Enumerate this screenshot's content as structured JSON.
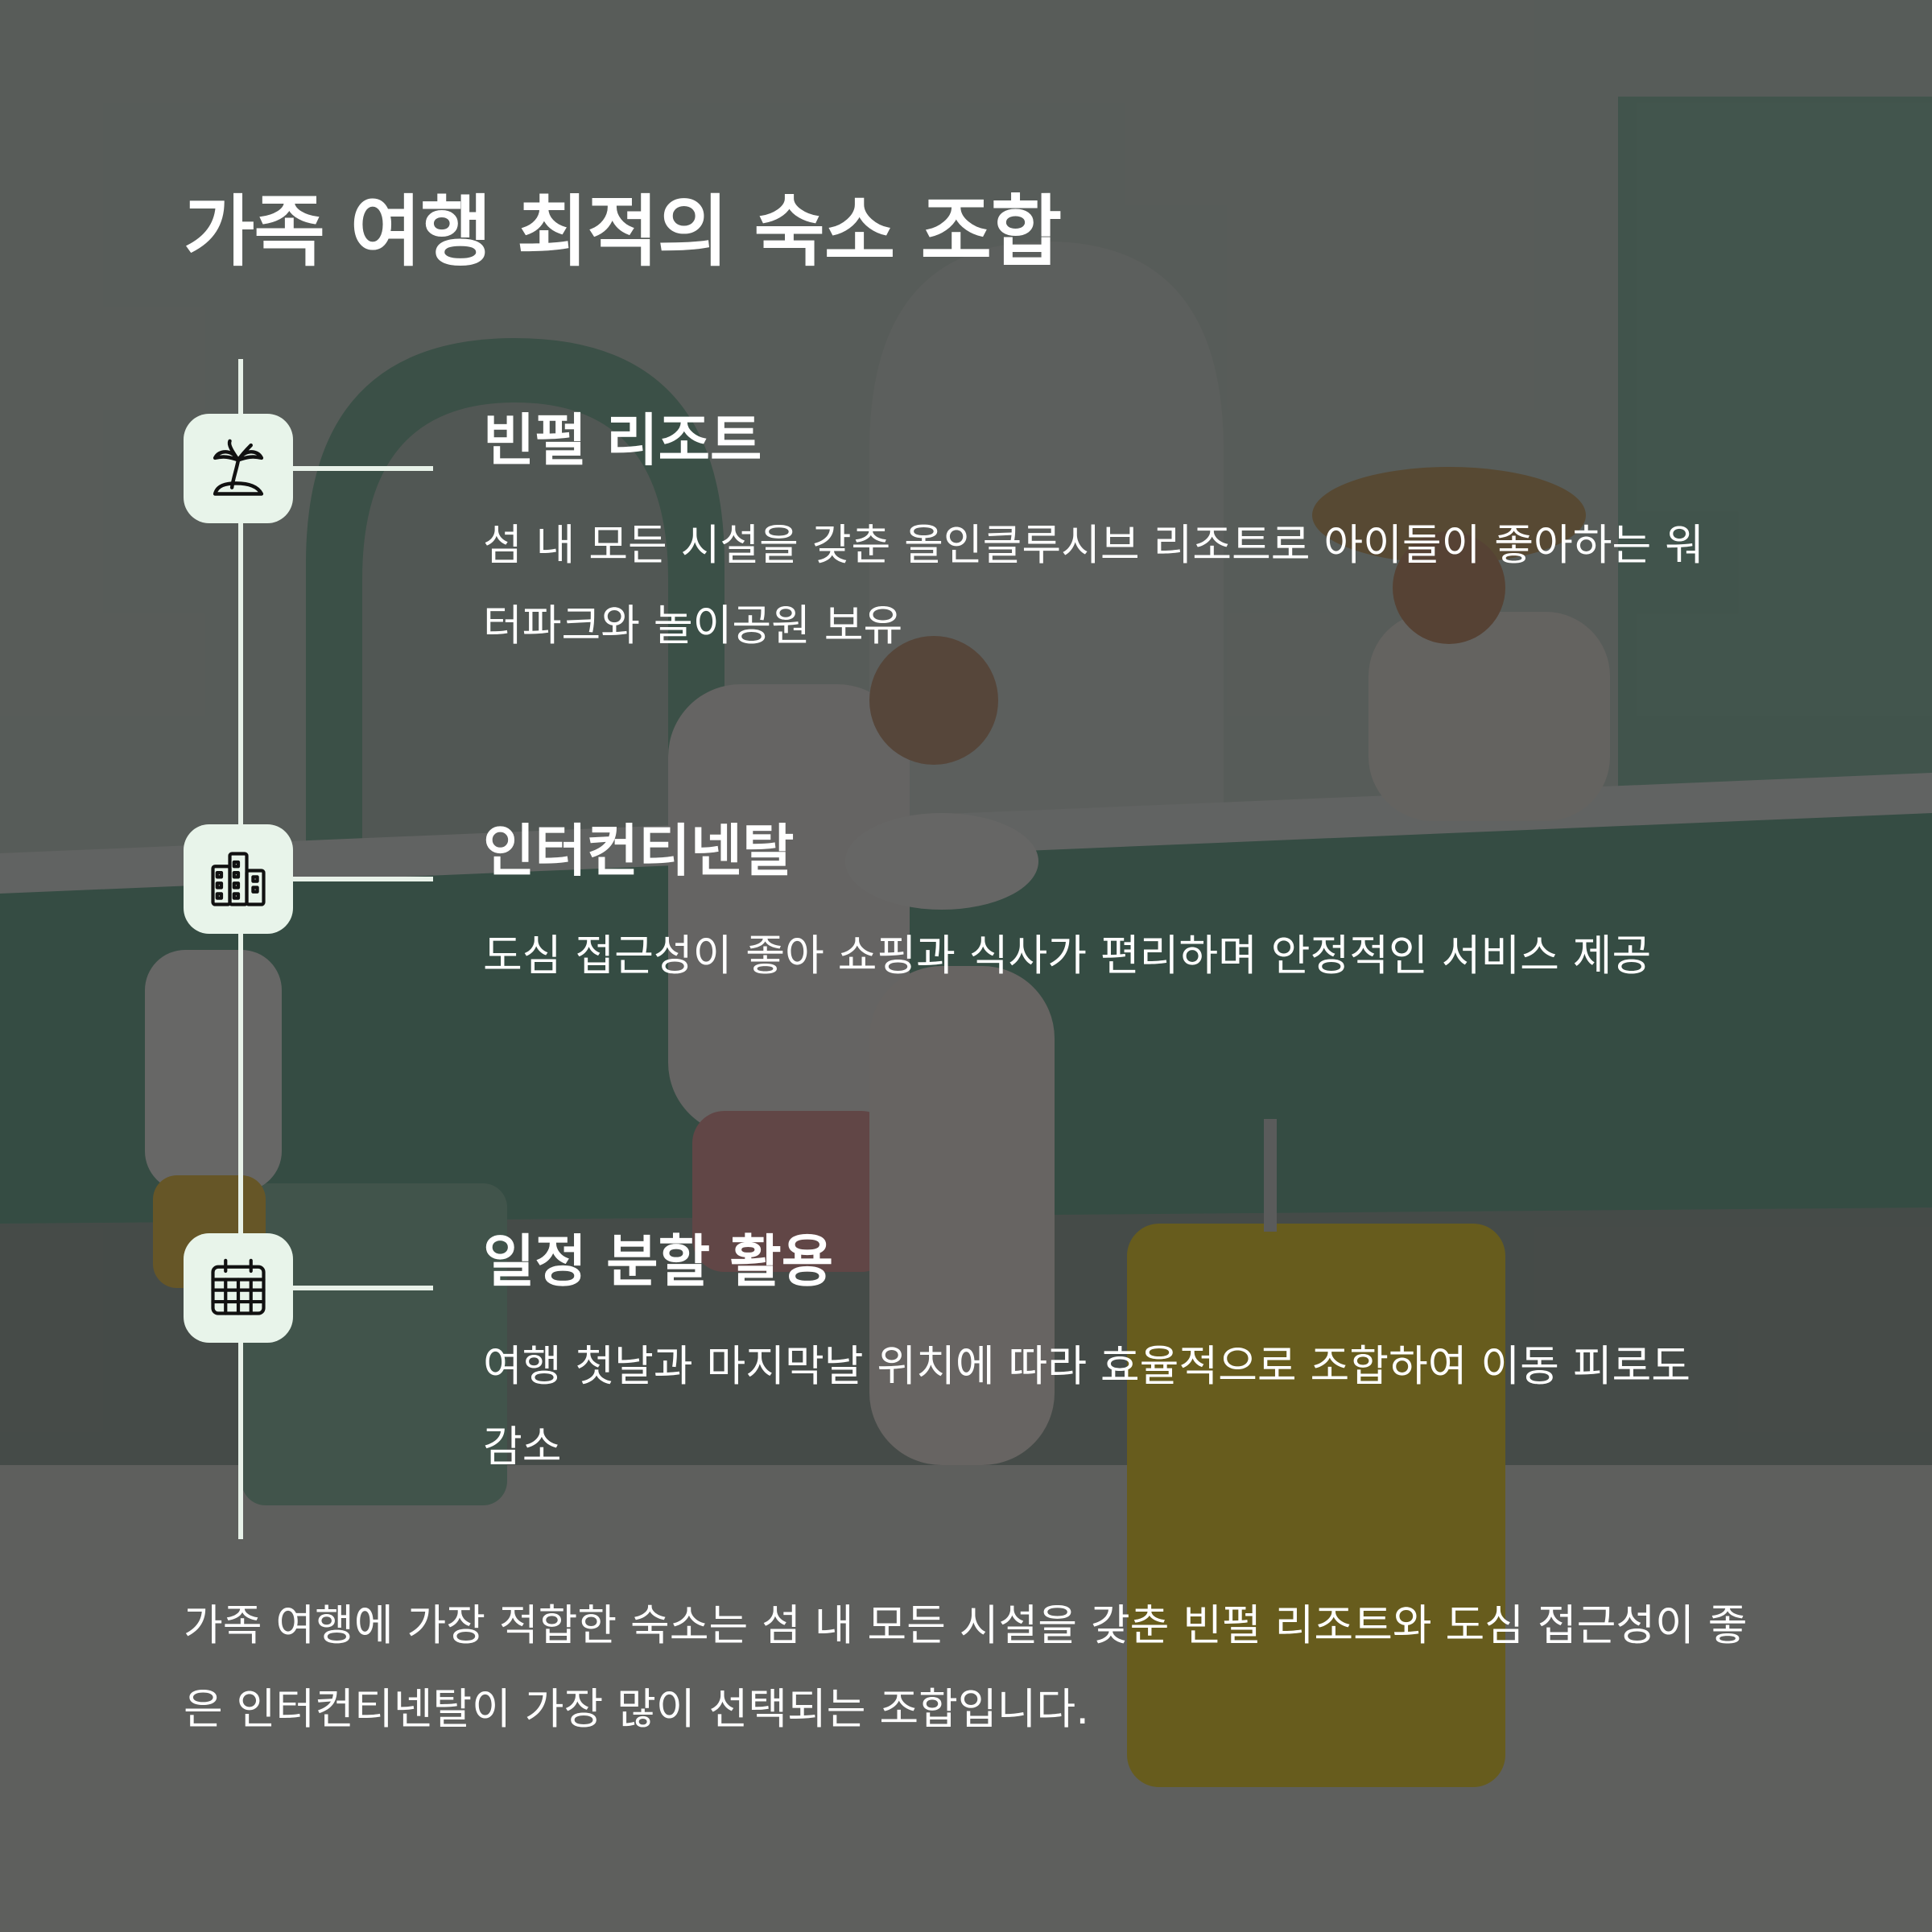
{
  "header": {
    "title": "가족 여행 최적의 숙소 조합"
  },
  "items": [
    {
      "icon": "palm-tree-icon",
      "title": "빈펄 리조트",
      "description": "섬 내 모든 시설을 갖춘 올인클루시브 리조트로 아이들이 좋아하는 워터파크와 놀이공원 보유"
    },
    {
      "icon": "buildings-icon",
      "title": "인터컨티넨탈",
      "description": "도심 접근성이 좋아 쇼핑과 식사가 편리하며 안정적인 서비스 제공"
    },
    {
      "icon": "calendar-icon",
      "title": "일정 분할 활용",
      "description": "여행 첫날과 마지막날 위치에 따라 효율적으로 조합하여 이동 피로도 감소"
    }
  ],
  "summary": "가족 여행에 가장 적합한 숙소는 섬 내 모든 시설을 갖춘 빈펄 리조트와 도심 접근성이 좋은 인터컨티넨탈이 가장 많이 선택되는 조합입니다.",
  "colors": {
    "icon_background": "#e8f4ea",
    "timeline": "#e8f2e9",
    "text": "#ffffff",
    "overlay": "#121212"
  }
}
